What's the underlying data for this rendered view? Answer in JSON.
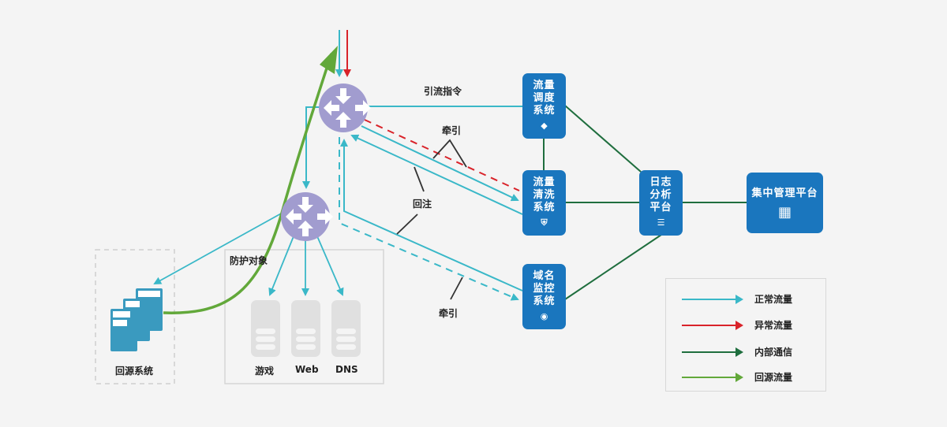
{
  "labels": {
    "yinliu": "引流指令",
    "qianyin_top": "牵引",
    "huizhu": "回注",
    "qianyin_bottom": "牵引",
    "protected_group": "防护对象",
    "origin_system": "回源系统"
  },
  "servers": [
    {
      "label": "游戏"
    },
    {
      "label": "Web"
    },
    {
      "label": "DNS"
    }
  ],
  "boxes": {
    "dispatch": {
      "lines": [
        "流量",
        "调度",
        "系统"
      ],
      "icon": "route-sign-icon"
    },
    "cleaning": {
      "lines": [
        "流量",
        "清洗",
        "系统"
      ],
      "icon": "shield-icon"
    },
    "dns_monitor": {
      "lines": [
        "域名",
        "监控",
        "系统"
      ],
      "icon": "globe-icon"
    },
    "log_analysis": {
      "lines": [
        "日志",
        "分析",
        "平台"
      ],
      "icon": "menu-lines-icon"
    },
    "central_mgmt": {
      "lines": [
        "集中管理平台"
      ],
      "icon": "grid-icon"
    }
  },
  "legend": [
    {
      "label": "正常流量",
      "color": "#3ab8c8"
    },
    {
      "label": "异常流量",
      "color": "#d9232a"
    },
    {
      "label": "内部通信",
      "color": "#1f6e3e"
    },
    {
      "label": "回源流量",
      "color": "#62a83a"
    }
  ],
  "colors": {
    "normal": "#3ab8c8",
    "abnormal": "#d9232a",
    "internal": "#1f6e3e",
    "origin": "#62a83a",
    "router": "#a19ccf",
    "box": "#1a76be"
  }
}
